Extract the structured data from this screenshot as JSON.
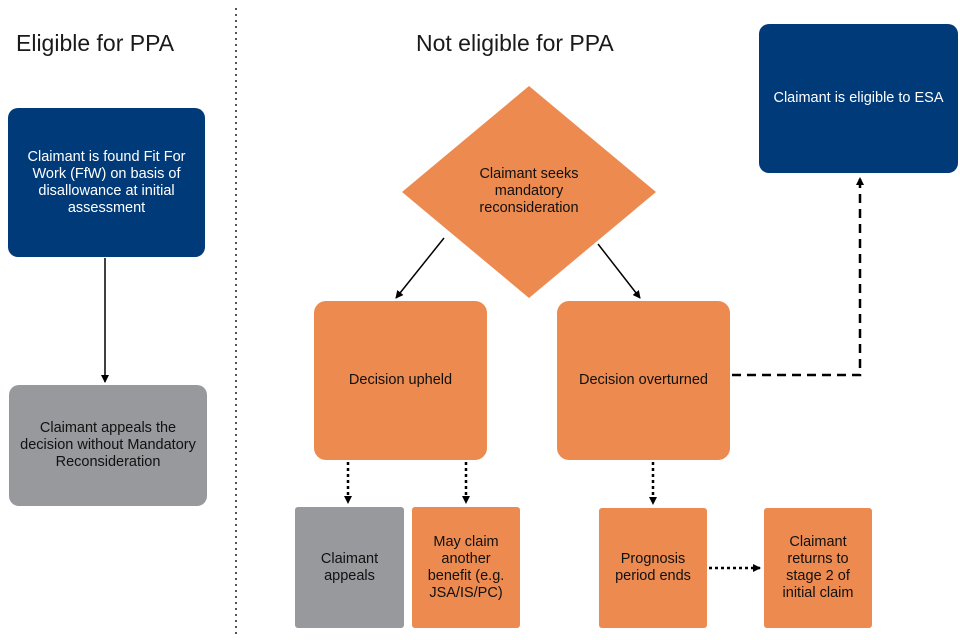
{
  "headings": {
    "eligible": "Eligible for PPA",
    "not_eligible": "Not eligible for PPA"
  },
  "nodes": {
    "found_fit_for_work": "Claimant is found  Fit For Work (FfW) on basis of disallowance at initial assessment",
    "appeals_without_mr": "Claimant appeals the decision without Mandatory Reconsideration",
    "seeks_mr": "Claimant seeks mandatory reconsideration",
    "decision_upheld": "Decision upheld",
    "decision_overturned": "Decision overturned",
    "eligible_esa": "Claimant is eligible to ESA",
    "claimant_appeals": "Claimant appeals",
    "may_claim_benefit": "May claim another benefit (e.g. JSA/IS/PC)",
    "prognosis_ends": "Prognosis period ends",
    "returns_stage2": "Claimant returns to stage 2 of initial claim"
  },
  "colors": {
    "navy": "#003a78",
    "orange": "#ec8a4f",
    "grey": "#97999c",
    "connector": "#000000",
    "divider": "#555555"
  }
}
